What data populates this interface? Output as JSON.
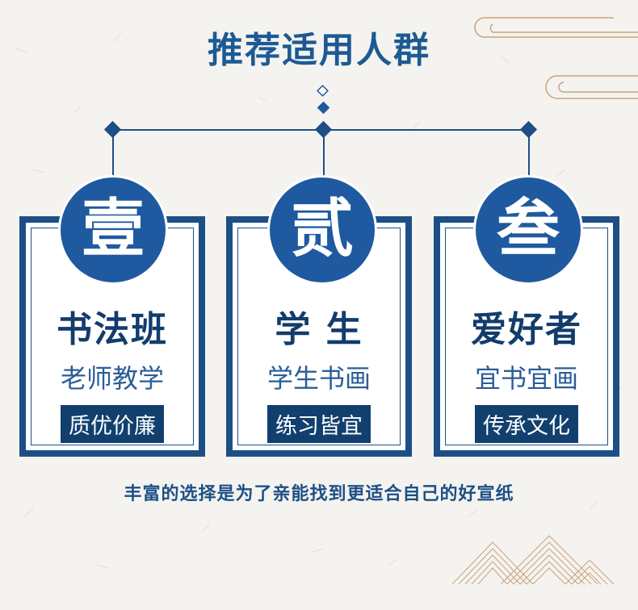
{
  "heading": "推荐适用人群",
  "cards": [
    {
      "numeral": "壹",
      "title": "书法班",
      "subtitle": "老师教学",
      "tag": "质优价廉"
    },
    {
      "numeral": "贰",
      "title": "学 生",
      "subtitle": "学生书画",
      "tag": "练习皆宜"
    },
    {
      "numeral": "叁",
      "title": "爱好者",
      "subtitle": "宜书宜画",
      "tag": "传承文化"
    }
  ],
  "footer_text": "丰富的选择是为了亲能找到更适合自己的好宣纸",
  "colors": {
    "primary": "#1d4f86",
    "badge": "#1f5aa0",
    "tag_bg": "#12406e",
    "accent_gold": "#c9a47a"
  }
}
